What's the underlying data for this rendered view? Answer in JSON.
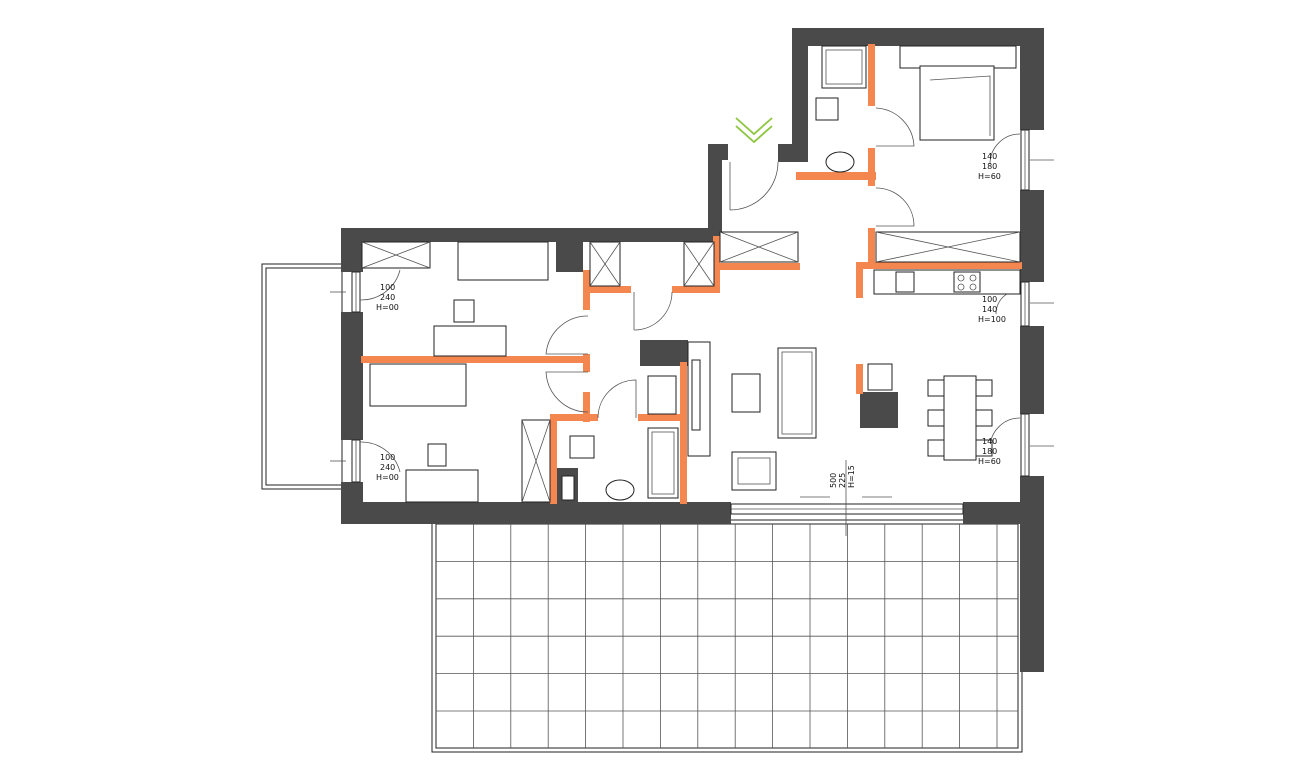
{
  "entrance_marker": {
    "icon": "entrance-chevron-icon",
    "color": "#8dc63f"
  },
  "colors": {
    "wall": "#4a4a4a",
    "partition": "#f4864f",
    "line": "#222222"
  },
  "windows": [
    {
      "l1": "100",
      "l2": "240",
      "l3": "H=00"
    },
    {
      "l1": "100",
      "l2": "240",
      "l3": "H=00"
    },
    {
      "l1": "140",
      "l2": "180",
      "l3": "H=60"
    },
    {
      "l1": "100",
      "l2": "140",
      "l3": "H=100"
    },
    {
      "l1": "140",
      "l2": "180",
      "l3": "H=60"
    }
  ],
  "terrace_door": {
    "l1": "500",
    "l2": "225",
    "l3": "H=15"
  }
}
